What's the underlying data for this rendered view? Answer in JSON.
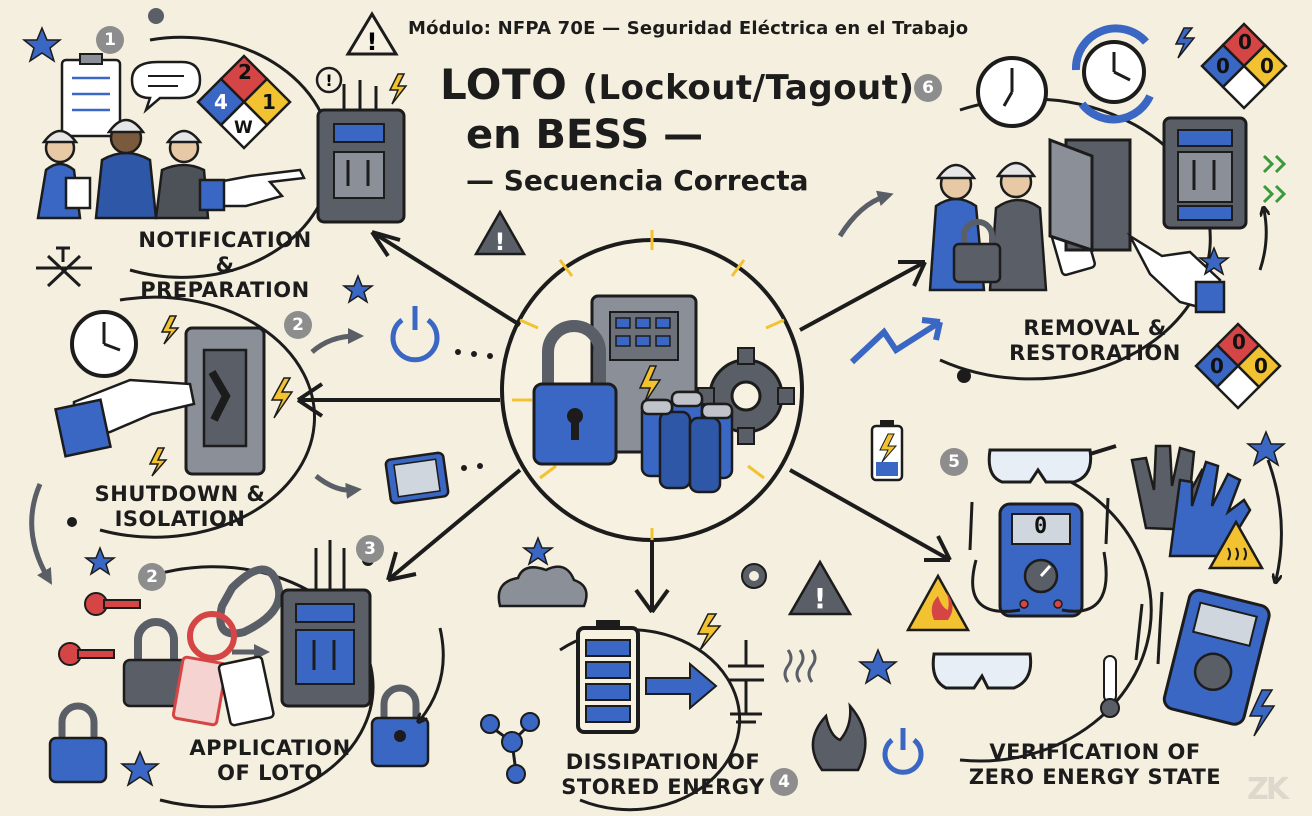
{
  "header": {
    "module": "Módulo: NFPA 70E — Seguridad Eléctrica en el Trabajo",
    "title_main": "LOTO",
    "title_paren": "(Lockout/Tagout)",
    "title_line2": "en BESS —",
    "title_line3": "— Secuencia Correcta"
  },
  "steps": [
    {
      "number": "1",
      "label_line1": "NOTIFICATION &",
      "label_line2": "PREPARATION"
    },
    {
      "number": "2",
      "label_line1": "SHUTDOWN &",
      "label_line2": "ISOLATION"
    },
    {
      "number": "3",
      "label_line1": "APPLICATION",
      "label_line2": "OF LOTO"
    },
    {
      "number": "4",
      "label_line1": "DISSIPATION OF",
      "label_line2": "STORED ENERGY"
    },
    {
      "number": "5",
      "label_line1": "VERIFICATION OF",
      "label_line2": "ZERO ENERGY STATE"
    },
    {
      "number": "6",
      "label_line1": "REMOVAL &",
      "label_line2": "RESTORATION"
    }
  ],
  "extra_badges": {
    "shutdown_left": "2"
  },
  "hazard_diamond": {
    "health": "4",
    "flammability": "2",
    "instability": "1",
    "special": "W"
  },
  "hazard_diamond_zero": {
    "health": "0",
    "flammability": "0",
    "instability": "0"
  },
  "meter_reading": "0",
  "colors": {
    "background": "#f5efdf",
    "blue": "#3a66c4",
    "red": "#d64545",
    "yellow": "#f2c230",
    "ink": "#1c1c1c",
    "grey": "#5a5e66"
  },
  "logo_text": "ZK"
}
